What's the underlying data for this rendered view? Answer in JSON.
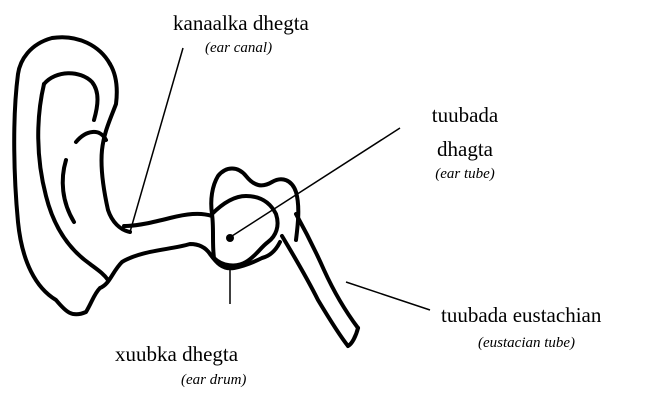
{
  "labels": {
    "ear_canal": {
      "somali": "kanaalka dhegta",
      "english": "(ear canal)"
    },
    "ear_tube": {
      "somali_line1": "tuubada",
      "somali_line2": "dhagta",
      "english": "(ear tube)"
    },
    "ear_drum": {
      "somali": "xuubka dhegta",
      "english": "(ear drum)"
    },
    "eustachian_tube": {
      "somali": "tuubada eustachian",
      "english": "(eustacian tube)"
    }
  },
  "colors": {
    "ink": "#000000",
    "background": "#ffffff"
  }
}
